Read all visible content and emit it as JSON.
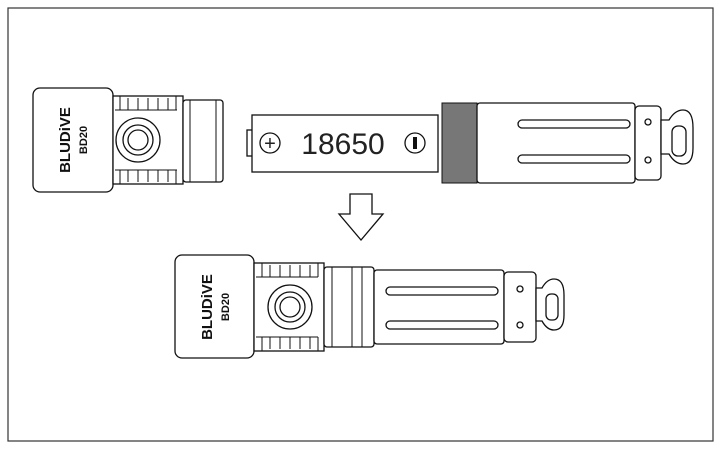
{
  "diagram": {
    "brand_logo": "BLUDiVE",
    "model": "BD20",
    "battery_label": "18650",
    "battery_positive": "+",
    "step_arrow": "down-arrow"
  }
}
